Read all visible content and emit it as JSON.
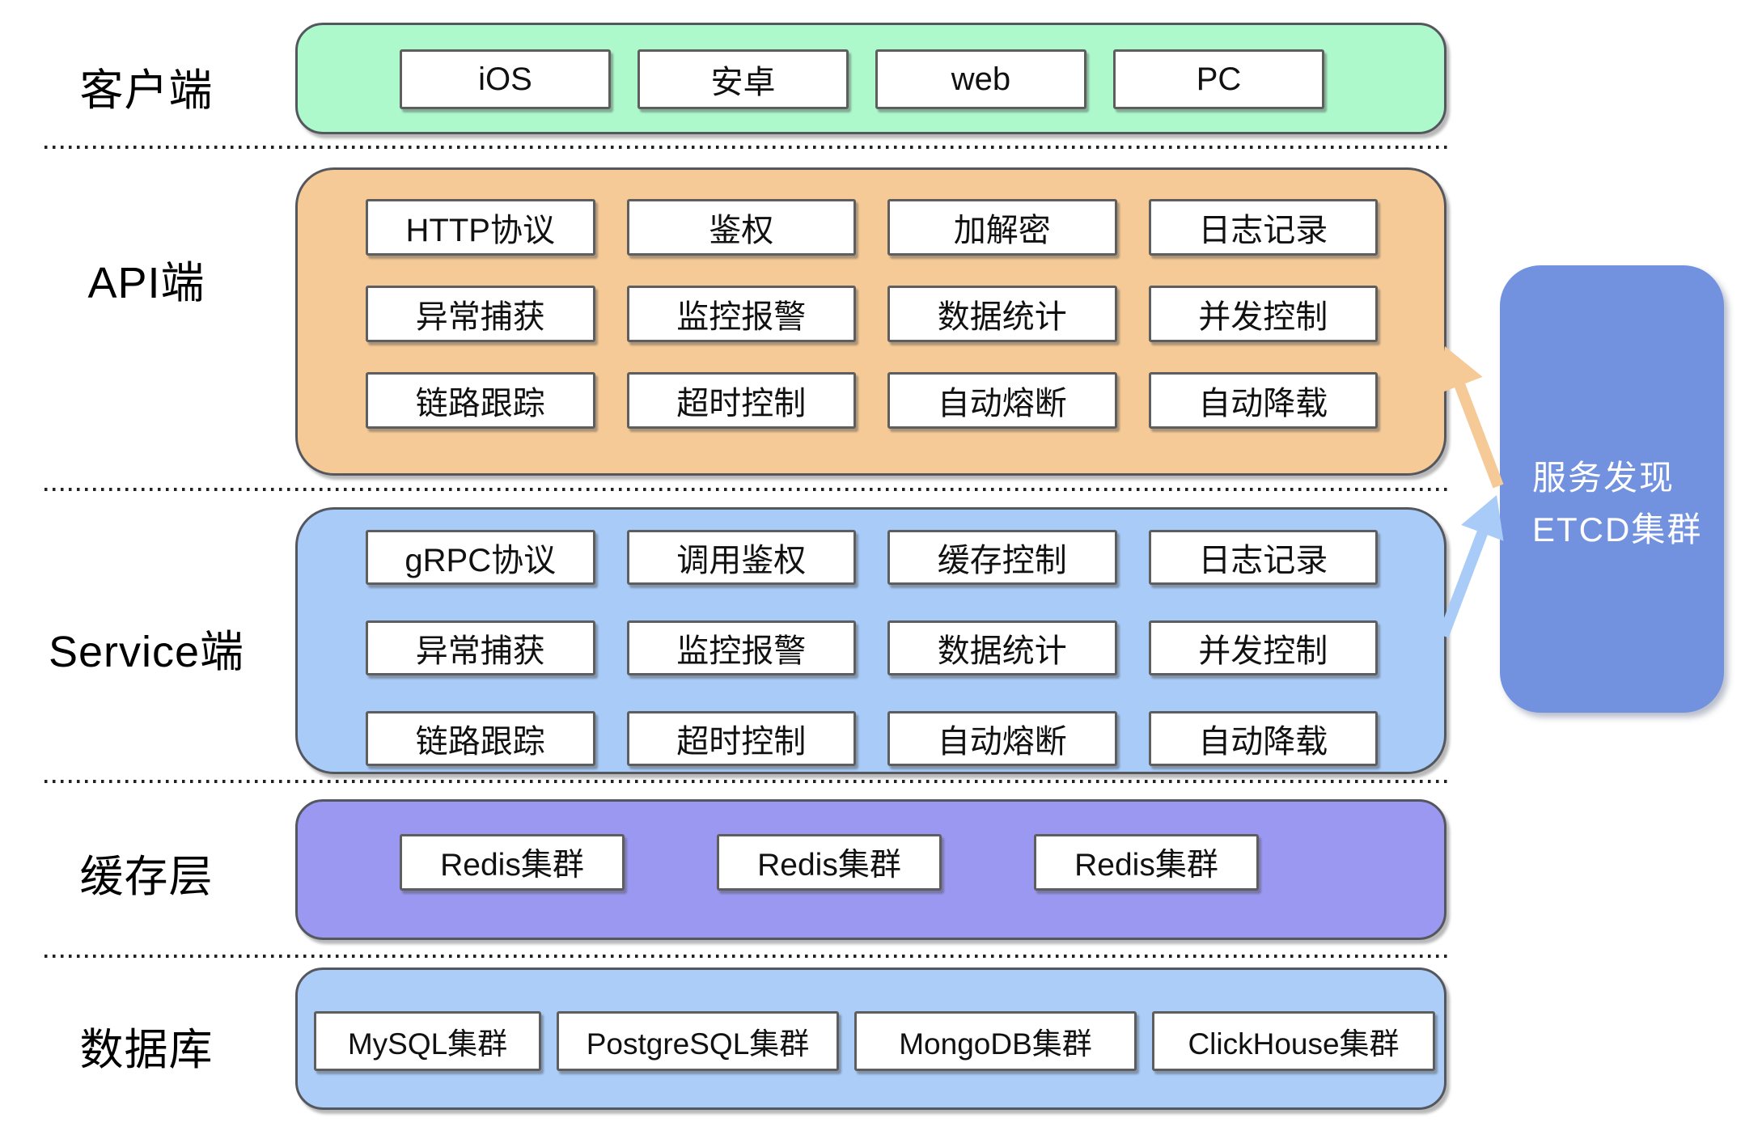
{
  "labels": {
    "client": "客户端",
    "api": "API端",
    "service": "Service端",
    "cache": "缓存层",
    "db": "数据库"
  },
  "layers": {
    "client": {
      "items": [
        "iOS",
        "安卓",
        "web",
        "PC"
      ]
    },
    "api": {
      "rows": [
        [
          "HTTP协议",
          "鉴权",
          "加解密",
          "日志记录"
        ],
        [
          "异常捕获",
          "监控报警",
          "数据统计",
          "并发控制"
        ],
        [
          "链路跟踪",
          "超时控制",
          "自动熔断",
          "自动降载"
        ]
      ]
    },
    "service": {
      "rows": [
        [
          "gRPC协议",
          "调用鉴权",
          "缓存控制",
          "日志记录"
        ],
        [
          "异常捕获",
          "监控报警",
          "数据统计",
          "并发控制"
        ],
        [
          "链路跟踪",
          "超时控制",
          "自动熔断",
          "自动降载"
        ]
      ]
    },
    "cache": {
      "items": [
        "Redis集群",
        "Redis集群",
        "Redis集群"
      ]
    },
    "db": {
      "items": [
        "MySQL集群",
        "PostgreSQL集群",
        "MongoDB集群",
        "ClickHouse集群"
      ]
    }
  },
  "discovery": {
    "line1": "服务发现",
    "line2": "ETCD集群"
  },
  "colors": {
    "client": "#adf9cc",
    "api": "#f5ca97",
    "service": "#a9cbf7",
    "cache": "#9b98f2",
    "db": "#abcdf8",
    "discovery": "#7292df",
    "arrow_api": "#f5ca97",
    "arrow_service": "#a9cbf7"
  }
}
